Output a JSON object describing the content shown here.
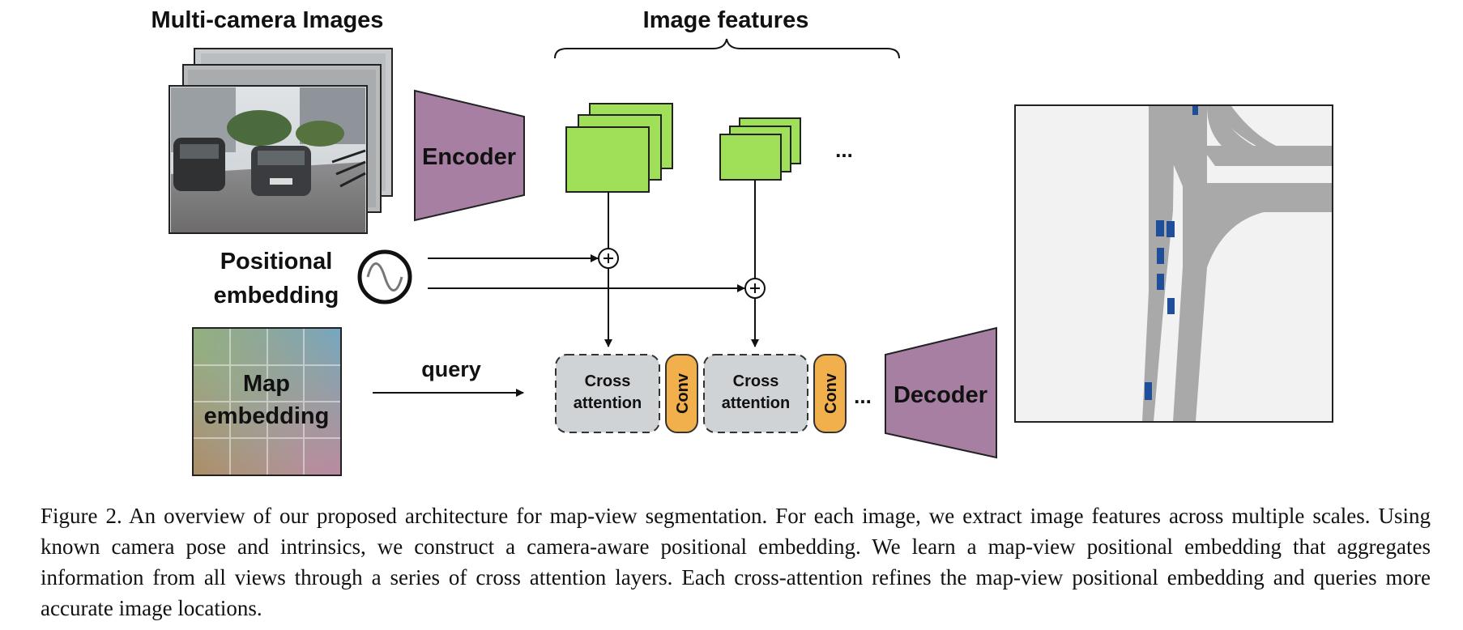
{
  "labels": {
    "multi_camera_images": "Multi-camera Images",
    "image_features": "Image features",
    "encoder": "Encoder",
    "decoder": "Decoder",
    "positional_embedding_line1": "Positional",
    "positional_embedding_line2": "embedding",
    "map_embedding_line1": "Map",
    "map_embedding_line2": "embedding",
    "query": "query",
    "cross_attention_line1": "Cross",
    "cross_attention_line2": "attention",
    "conv": "Conv",
    "ellipsis": "..."
  },
  "caption": "Figure 2. An overview of our proposed architecture for map-view segmentation. For each image, we extract image features across multiple scales. Using known camera pose and intrinsics, we construct a camera-aware positional embedding. We learn a map-view positional embedding that aggregates information from all views through a series of cross attention layers. Each cross-attention refines the map-view positional embedding and queries more accurate image locations.",
  "colors": {
    "encoder_decoder": "#a67fa3",
    "feature_green": "#a0e058",
    "cross_attention_fill": "#cfd3d6",
    "conv_orange": "#f1b04c",
    "road_gray": "#a9a9a9",
    "map_background": "#f2f2f2",
    "vehicle_blue": "#1f4f9a"
  },
  "icons": {
    "positional_embedding": "sine-wave-in-circle-icon",
    "merge": "plus-in-circle-icon"
  }
}
